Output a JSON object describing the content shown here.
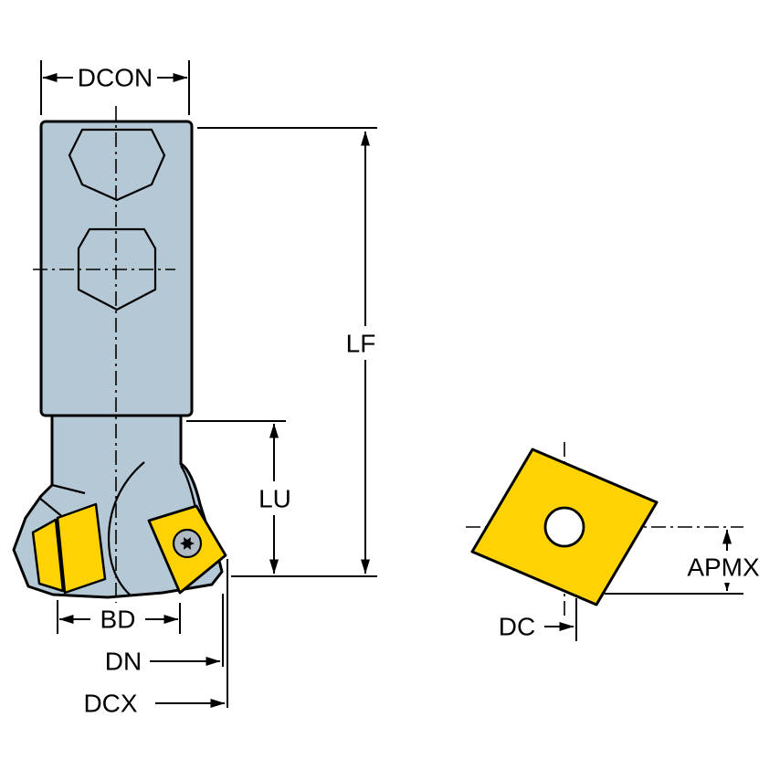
{
  "diagram": {
    "labels": {
      "dcon": "DCON",
      "lf": "LF",
      "lu": "LU",
      "bd": "BD",
      "dn": "DN",
      "dcx": "DCX",
      "dc": "DC",
      "apmx": "APMX"
    },
    "colors": {
      "background": "#ffffff",
      "tool_body": "#b4c8d5",
      "insert": "#ffd303",
      "screw": "#b0bac2",
      "line": "#000000"
    }
  }
}
